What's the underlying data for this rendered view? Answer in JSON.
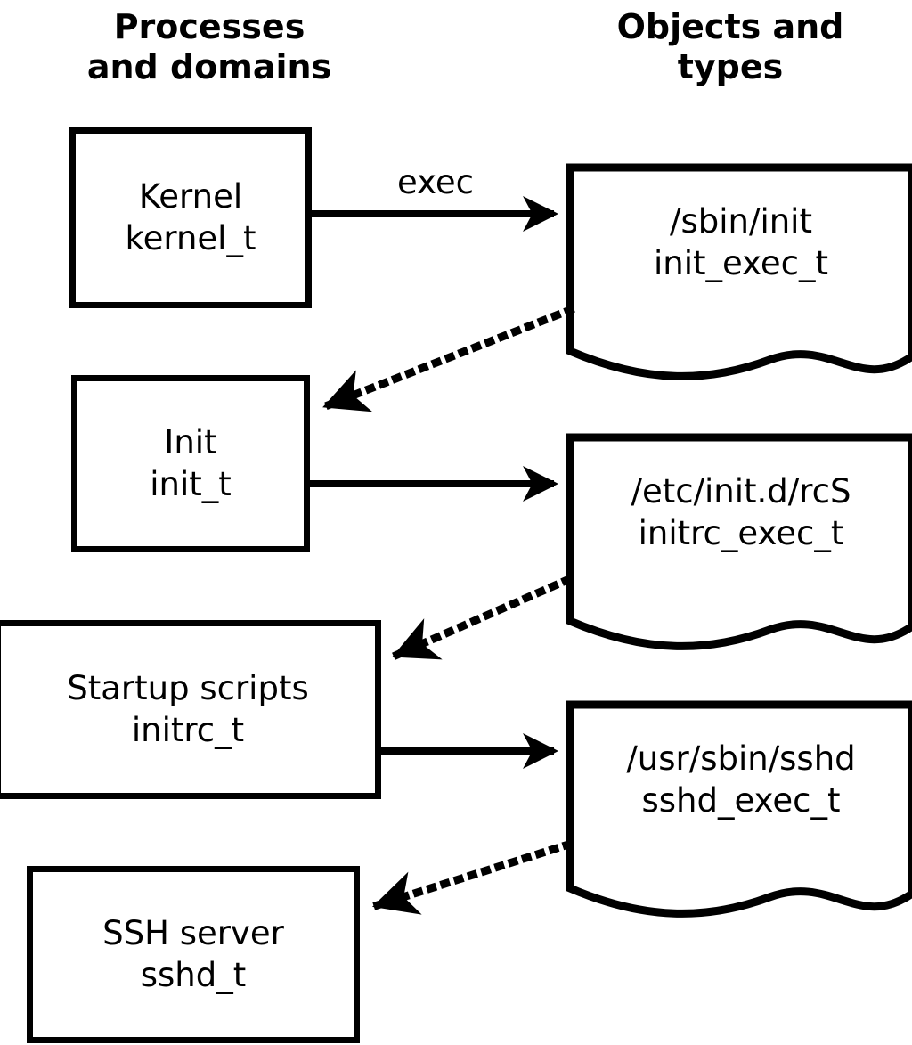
{
  "columns": {
    "left_header": "Processes\nand domains",
    "right_header": "Objects and\ntypes"
  },
  "domains": [
    {
      "id": "kernel",
      "title": "Kernel",
      "type": "kernel_t"
    },
    {
      "id": "init",
      "title": "Init",
      "type": "init_t"
    },
    {
      "id": "initrc",
      "title": "Startup scripts",
      "type": "initrc_t"
    },
    {
      "id": "sshd",
      "title": "SSH server",
      "type": "sshd_t"
    }
  ],
  "objects": [
    {
      "id": "init_exec",
      "path": "/sbin/init",
      "type": "init_exec_t"
    },
    {
      "id": "initrc_exec",
      "path": "/etc/init.d/rcS",
      "type": "initrc_exec_t"
    },
    {
      "id": "sshd_exec",
      "path": "/usr/sbin/sshd",
      "type": "sshd_exec_t"
    }
  ],
  "edges": [
    {
      "id": "e1",
      "from": "kernel",
      "to": "init_exec",
      "label": "exec",
      "style": "solid"
    },
    {
      "id": "e2",
      "from": "init_exec",
      "to": "init",
      "label": "",
      "style": "dotted"
    },
    {
      "id": "e3",
      "from": "init",
      "to": "initrc_exec",
      "label": "",
      "style": "solid"
    },
    {
      "id": "e4",
      "from": "initrc_exec",
      "to": "initrc",
      "label": "",
      "style": "dotted"
    },
    {
      "id": "e5",
      "from": "initrc",
      "to": "sshd_exec",
      "label": "",
      "style": "solid"
    },
    {
      "id": "e6",
      "from": "sshd_exec",
      "to": "sshd",
      "label": "",
      "style": "dotted"
    }
  ],
  "edge_labels": {
    "exec": "exec"
  },
  "colors": {
    "stroke": "#000000",
    "fill": "#ffffff",
    "text": "#000000"
  }
}
